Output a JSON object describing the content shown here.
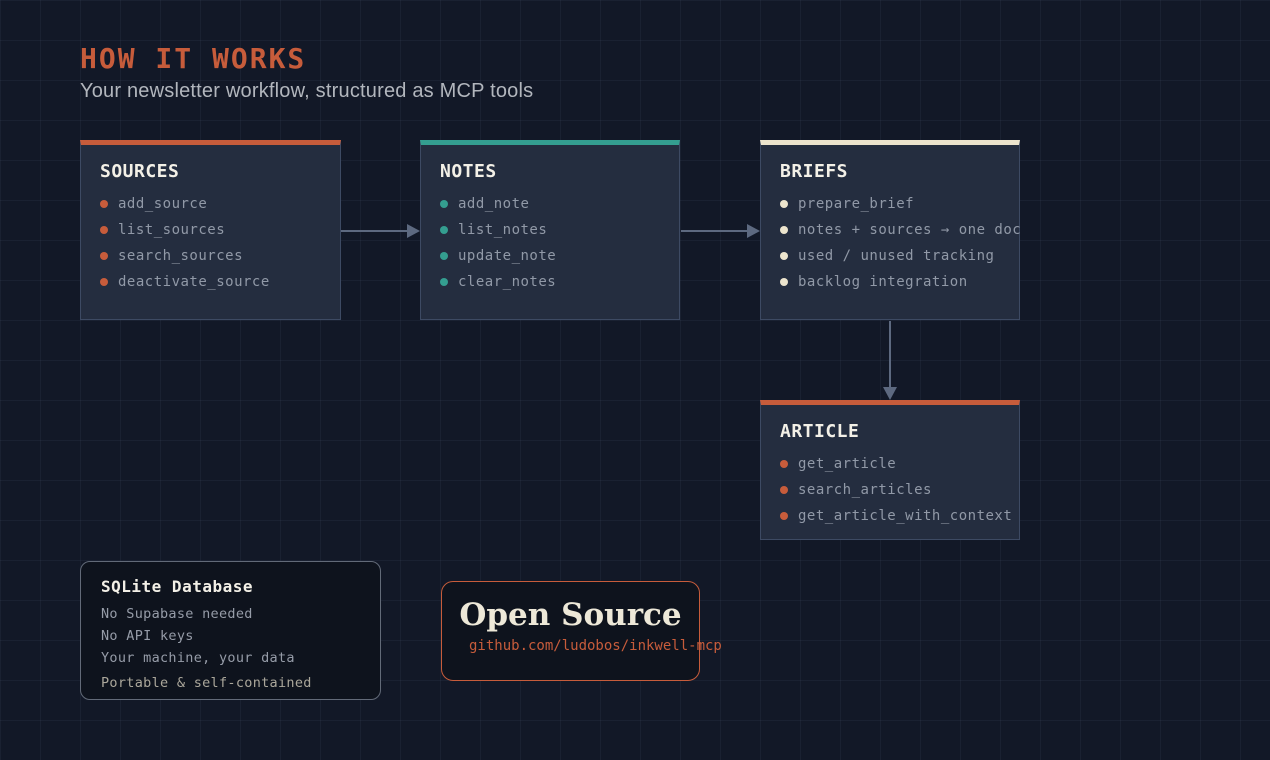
{
  "page": {
    "title": "HOW IT WORKS",
    "subtitle": "Your newsletter workflow, structured as MCP tools"
  },
  "colors": {
    "orange": "#c75c3b",
    "teal": "#349e90",
    "cream": "#ece4cd",
    "bg": "#121827",
    "box-bg": "#242d3f",
    "arrow": "#5d6980"
  },
  "boxes": [
    {
      "id": "sources",
      "title": "SOURCES",
      "accent": "orange",
      "items": [
        "add_source",
        "list_sources",
        "search_sources",
        "deactivate_source"
      ]
    },
    {
      "id": "notes",
      "title": "NOTES",
      "accent": "teal",
      "items": [
        "add_note",
        "list_notes",
        "update_note",
        "clear_notes"
      ]
    },
    {
      "id": "briefs",
      "title": "BRIEFS",
      "accent": "cream",
      "items": [
        "prepare_brief",
        "notes + sources → one doc",
        "used / unused tracking",
        "backlog integration"
      ]
    },
    {
      "id": "article",
      "title": "ARTICLE",
      "accent": "orange",
      "items": [
        "get_article",
        "search_articles",
        "get_article_with_context"
      ]
    }
  ],
  "database_card": {
    "title": "SQLite Database",
    "lines": [
      "No Supabase needed",
      "No API keys",
      "Your machine, your data"
    ],
    "highlight_line": "Portable & self-contained"
  },
  "open_source_card": {
    "title": "Open Source",
    "link": "github.com/ludobos/inkwell-mcp"
  }
}
